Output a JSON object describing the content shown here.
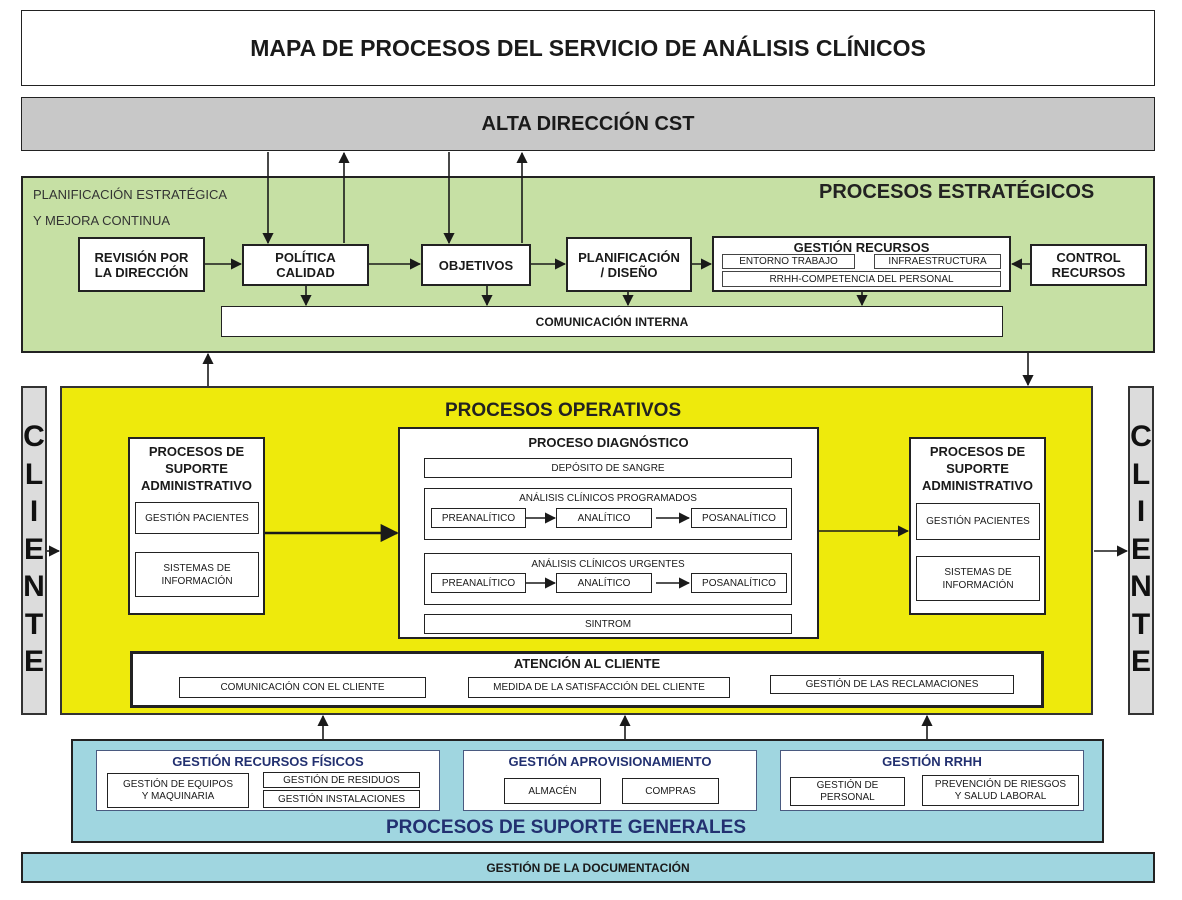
{
  "title": "MAPA DE PROCESOS DEL SERVICIO DE ANÁLISIS CLÍNICOS",
  "alta_direccion": "ALTA DIRECCIÓN CST",
  "strategic": {
    "heading": "PROCESOS ESTRATÉGICOS",
    "sublabel_line1": "PLANIFICACIÓN ESTRATÉGICA",
    "sublabel_line2": "Y MEJORA CONTINUA",
    "revision": [
      "REVISIÓN POR",
      "LA DIRECCIÓN"
    ],
    "politica": [
      "POLÍTICA",
      "CALIDAD"
    ],
    "objetivos": "OBJETIVOS",
    "planificacion": [
      "PLANIFICACIÓN",
      "/ DISEÑO"
    ],
    "gestion_recursos": {
      "title": "GESTIÓN RECURSOS",
      "items": [
        "ENTORNO TRABAJO",
        "INFRAESTRUCTURA",
        "RRHH-COMPETENCIA DEL PERSONAL"
      ]
    },
    "control": [
      "CONTROL",
      "RECURSOS"
    ],
    "comunicacion": "COMUNICACIÓN INTERNA"
  },
  "cliente_label": [
    "C",
    "L",
    "I",
    "E",
    "N",
    "T",
    "E"
  ],
  "operative": {
    "heading": "PROCESOS OPERATIVOS",
    "admin_left": {
      "title": [
        "PROCESOS DE",
        "SUPORTE",
        "ADMINISTRATIVO"
      ],
      "items": [
        [
          "GESTIÓN PACIENTES"
        ],
        [
          "SISTEMAS DE",
          "INFORMACIÓN"
        ]
      ]
    },
    "admin_right": {
      "title": [
        "PROCESOS DE",
        "SUPORTE",
        "ADMINISTRATIVO"
      ],
      "items": [
        [
          "GESTIÓN PACIENTES"
        ],
        [
          "SISTEMAS DE",
          "INFORMACIÓN"
        ]
      ]
    },
    "diagnostico": {
      "title": "PROCESO DIAGNÓSTICO",
      "deposito": "DEPÓSITO DE SANGRE",
      "programados": {
        "title": "ANÁLISIS CLÍNICOS PROGRAMADOS",
        "steps": [
          "PREANALÍTICO",
          "ANALÍTICO",
          "POSANALÍTICO"
        ]
      },
      "urgentes": {
        "title": "ANÁLISIS CLÍNICOS URGENTES",
        "steps": [
          "PREANALÍTICO",
          "ANALÍTICO",
          "POSANALÍTICO"
        ]
      },
      "sintrom": "SINTROM"
    },
    "atencion": {
      "title": "ATENCIÓN AL CLIENTE",
      "items": [
        "COMUNICACIÓN CON EL CLIENTE",
        "MEDIDA DE LA  SATISFACCIÓN DEL CLIENTE",
        "GESTIÓN DE LAS RECLAMACIONES"
      ]
    }
  },
  "support": {
    "heading": "PROCESOS DE SUPORTE GENERALES",
    "fisicos": {
      "title": "GESTIÓN  RECURSOS FÍSICOS",
      "equipos": [
        "GESTIÓN DE EQUIPOS",
        "Y MAQUINARIA"
      ],
      "residuos": "GESTIÓN DE RESIDUOS",
      "instalaciones": "GESTIÓN INSTALACIONES"
    },
    "aprovisionamiento": {
      "title": "GESTIÓN APROVISIONAMIENTO",
      "items": [
        "ALMACÉN",
        "COMPRAS"
      ]
    },
    "rrhh": {
      "title": "GESTIÓN RRHH",
      "personal": [
        "GESTIÓN DE",
        "PERSONAL"
      ],
      "prevencion": [
        "PREVENCIÓN DE RIESGOS",
        "Y SALUD LABORAL"
      ]
    }
  },
  "documentacion": "GESTIÓN DE LA DOCUMENTACIÓN",
  "colors": {
    "strategic_bg": "#c6e0a4",
    "alta_bg": "#c8c8c8",
    "operative_bg": "#eeea0c",
    "support_bg": "#a0d6e0",
    "cliente_bg": "#dcdcdc",
    "support_text": "#223070"
  }
}
